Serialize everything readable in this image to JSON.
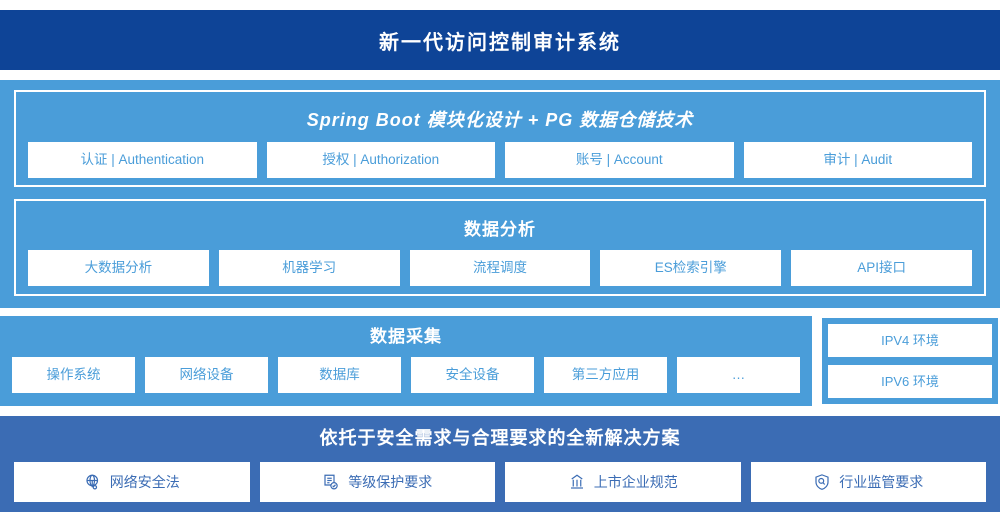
{
  "header": {
    "title": "新一代访问控制审计系统",
    "bg_color": "#0e4497"
  },
  "platform": {
    "bg_color": "#4a9dd9",
    "springboot": {
      "title": "Spring Boot 模块化设计 + PG 数据仓储技术",
      "items": [
        {
          "label": "认证 | Authentication"
        },
        {
          "label": "授权 | Authorization"
        },
        {
          "label": "账号 | Account"
        },
        {
          "label": "审计 | Audit"
        }
      ]
    },
    "analysis": {
      "title": "数据分析",
      "items": [
        {
          "label": "大数据分析"
        },
        {
          "label": "机器学习"
        },
        {
          "label": "流程调度"
        },
        {
          "label": "ES检索引擎"
        },
        {
          "label": "API接口"
        }
      ]
    }
  },
  "collect": {
    "title": "数据采集",
    "bg_color": "#4a9dd9",
    "items": [
      {
        "label": "操作系统"
      },
      {
        "label": "网络设备"
      },
      {
        "label": "数据库"
      },
      {
        "label": "安全设备"
      },
      {
        "label": "第三方应用"
      },
      {
        "label": "…"
      }
    ]
  },
  "environments": {
    "bg_color": "#4a9dd9",
    "items": [
      {
        "label": "IPV4 环境"
      },
      {
        "label": "IPV6 环境"
      }
    ]
  },
  "solution": {
    "title": "依托于安全需求与合理要求的全新解决方案",
    "bg_color": "#3b6cb4",
    "items": [
      {
        "label": "网络安全法",
        "icon": "globe-network-icon"
      },
      {
        "label": "等级保护要求",
        "icon": "document-check-icon"
      },
      {
        "label": "上市企业规范",
        "icon": "bank-building-icon"
      },
      {
        "label": "行业监管要求",
        "icon": "shield-search-icon"
      }
    ]
  }
}
